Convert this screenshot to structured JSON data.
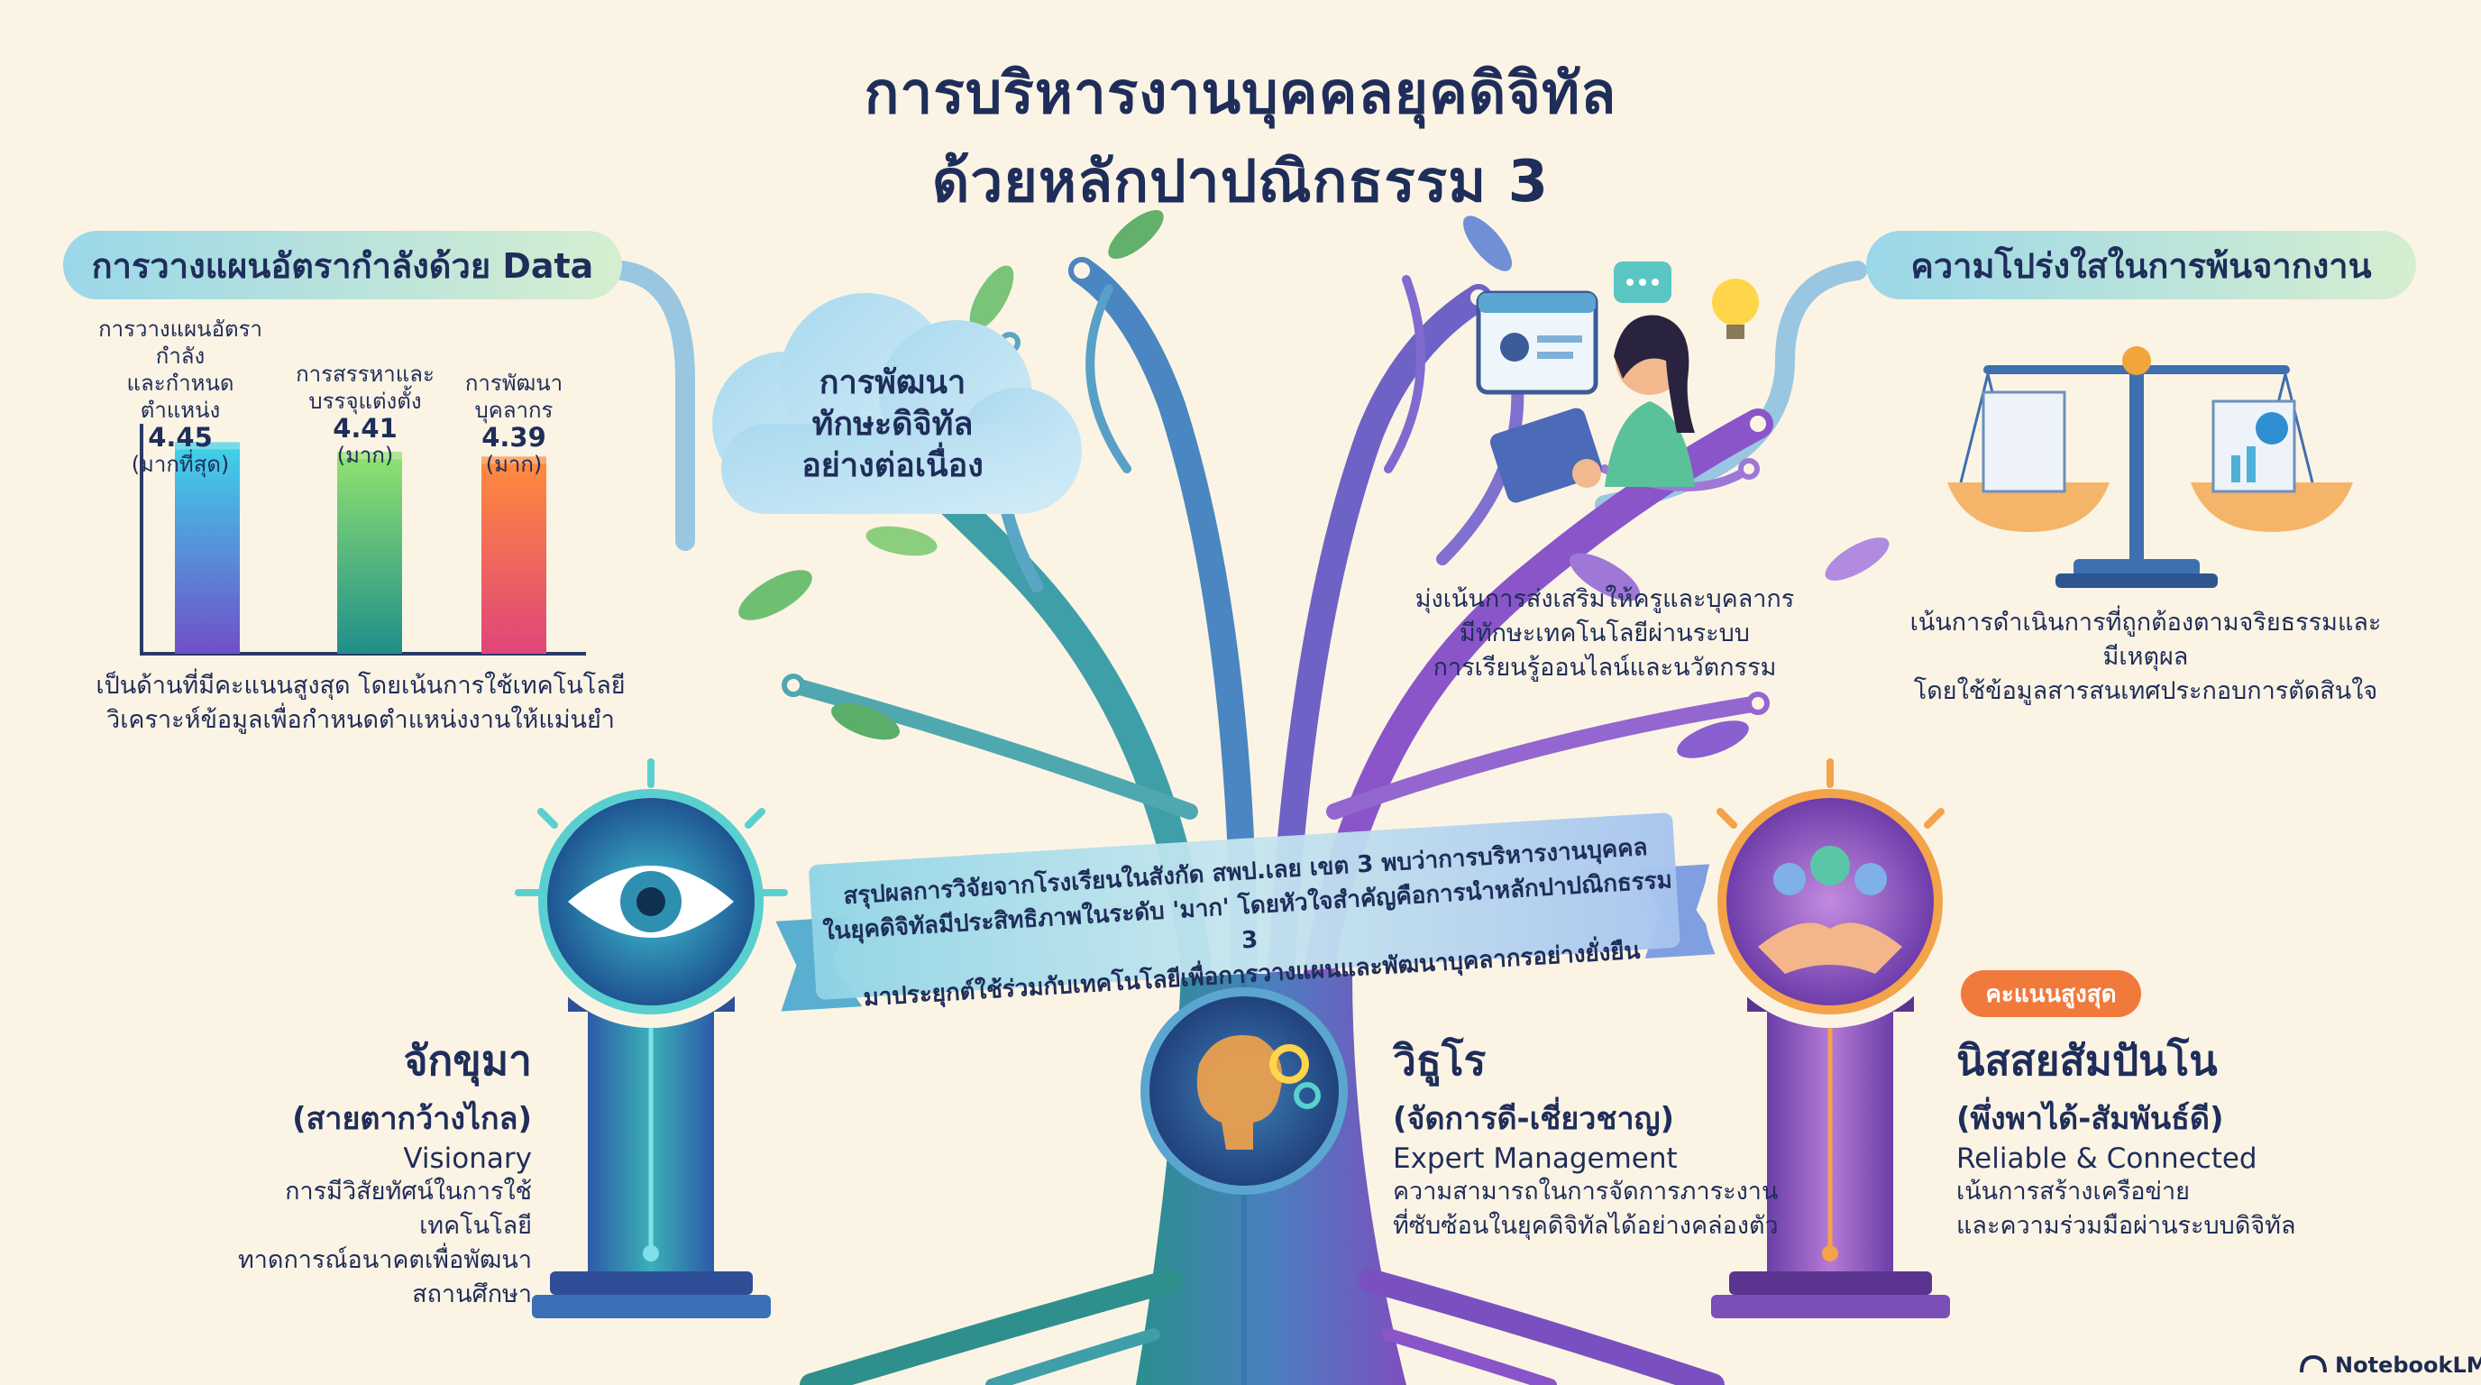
{
  "title": {
    "line1": "การบริหารงานบุคคลยุคดิจิทัล",
    "line2": "ด้วยหลักปาปณิกธรรม 3"
  },
  "left_panel": {
    "heading": "การวางแผนอัตรากำลังด้วย Data",
    "caption_line1": "เป็นด้านที่มีคะแนนสูงสุด โดยเน้นการใช้เทคโนโลยี",
    "caption_line2": "วิเคราะห์ข้อมูลเพื่อกำหนดตำแหน่งงานให้แม่นยำ"
  },
  "chart_data": {
    "type": "bar",
    "categories": [
      [
        "การวางแผนอัตรากำลัง",
        "และกำหนดตำแหน่ง"
      ],
      [
        "การสรรหาและ",
        "บรรจุแต่งตั้ง"
      ],
      [
        "การพัฒนา",
        "บุคลากร"
      ]
    ],
    "values": [
      4.45,
      4.41,
      4.39
    ],
    "value_labels": [
      "4.45",
      "4.41",
      "4.39"
    ],
    "level_labels": [
      "(มากที่สุด)",
      "(มาก)",
      "(มาก)"
    ],
    "colors": [
      [
        "#3fd0e8",
        "#6f4fc9"
      ],
      [
        "#8ee070",
        "#1f8f8a"
      ],
      [
        "#ff8a3d",
        "#e0457a"
      ]
    ],
    "ylim": [
      3.6,
      4.5
    ]
  },
  "cloud": {
    "line1": "การพัฒนา",
    "line2": "ทักษะดิจิทัล",
    "line3": "อย่างต่อเนื่อง"
  },
  "center_top": {
    "line1": "มุ่งเน้นการส่งเสริมให้ครูและบุคลากร",
    "line2": "มีทักษะเทคโนโลยีผ่านระบบ",
    "line3": "การเรียนรู้ออนไลน์และนวัตกรรม"
  },
  "right_panel": {
    "heading": "ความโปร่งใสในการพ้นจากงาน",
    "line1": "เน้นการดำเนินการที่ถูกต้องตามจริยธรรมและมีเหตุผล",
    "line2": "โดยใช้ข้อมูลสารสนเทศประกอบการตัดสินใจ"
  },
  "banner": {
    "line1": "สรุปผลการวิจัยจากโรงเรียนในสังกัด สพป.เลย เขต 3 พบว่าการบริหารงานบุคคล",
    "line2": "ในยุคดิจิทัลมีประสิทธิภาพในระดับ 'มาก' โดยหัวใจสำคัญคือการนำหลักปาปณิกธรรม 3",
    "line3": "มาประยุกต์ใช้ร่วมกับเทคโนโลยีเพื่อการวางแผนและพัฒนาบุคลากรอย่างยั่งยืน"
  },
  "pillars": {
    "left": {
      "title": "จักขุมา",
      "subtitle": "(สายตากว้างไกล)",
      "english": "Visionary",
      "desc1": "การมีวิสัยทัศน์ในการใช้เทคโนโลยี",
      "desc2": "ทาดการณ์อนาคตเพื่อพัฒนาสถานศึกษา"
    },
    "center": {
      "title": "วิธูโร",
      "subtitle": "(จัดการดี-เชี่ยวชาญ)",
      "english": "Expert Management",
      "desc1": "ความสามารถในการจัดการภาระงาน",
      "desc2": "ที่ซับซ้อนในยุคดิจิทัลได้อย่างคล่องตัว"
    },
    "right": {
      "badge": "คะแนนสูงสุด",
      "title": "นิสสยสัมปันโน",
      "subtitle": "(พึ่งพาได้-สัมพันธ์ดี)",
      "english": "Reliable & Connected",
      "desc1": "เน้นการสร้างเครือข่าย",
      "desc2": "และความร่วมมือผ่านระบบดิจิทัล"
    }
  },
  "footer": {
    "brand": "NotebookLM"
  },
  "icons": {
    "eye": "eye-icon",
    "handshake": "handshake-icon",
    "brain": "brain-gear-icon",
    "scale": "scale-icon",
    "person": "person-tablet-icon"
  },
  "colors": {
    "navy": "#1f2d5a",
    "teal": "#2bb3b1",
    "purple": "#8a55c9",
    "orange": "#f07a3c",
    "background": "#fbf4e4"
  }
}
